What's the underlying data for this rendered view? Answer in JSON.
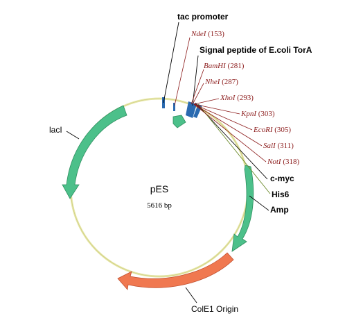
{
  "plasmid": {
    "name": "pES",
    "size": "5616 bp"
  },
  "features": [
    {
      "name": "tac promoter",
      "color": "#2a6ab0"
    },
    {
      "name": "Signal peptide of E.coli TorA",
      "color": "#2a6ab0"
    },
    {
      "name": "c-myc",
      "color": "#000000"
    },
    {
      "name": "His6",
      "color": "#000000"
    },
    {
      "name": "Amp",
      "color": "#4cc08a"
    },
    {
      "name": "ColE1 Origin",
      "color": "#f07850"
    },
    {
      "name": "lacI",
      "color": "#4cc08a"
    }
  ],
  "sites": [
    {
      "enzyme": "NdeI",
      "pos": "(153)"
    },
    {
      "enzyme": "BamHI",
      "pos": "(281)"
    },
    {
      "enzyme": "NheI",
      "pos": "(287)"
    },
    {
      "enzyme": "XhoI",
      "pos": "(293)"
    },
    {
      "enzyme": "KpnI",
      "pos": "(303)"
    },
    {
      "enzyme": "EcoRI",
      "pos": "(305)"
    },
    {
      "enzyme": "SalI",
      "pos": "(311)"
    },
    {
      "enzyme": "NotI",
      "pos": "(318)"
    }
  ],
  "colors": {
    "backbone": "#e6e6a8",
    "site_line": "#8b1a1a",
    "green_feature": "#4cc08a",
    "orange_feature": "#f07850",
    "blue_feature": "#2a6ab0"
  }
}
